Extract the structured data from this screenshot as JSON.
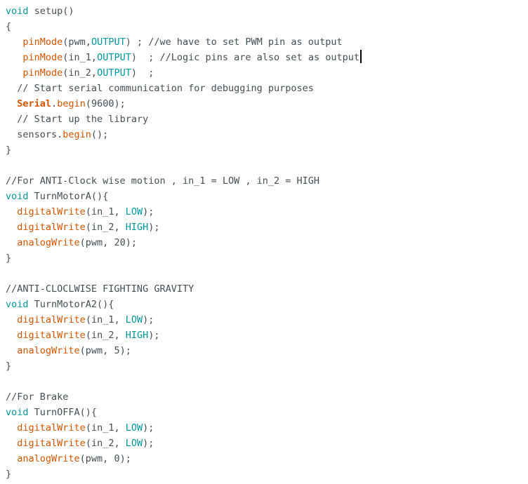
{
  "editor": {
    "colors": {
      "keyword": "#00979c",
      "function": "#d35400",
      "constant": "#00979c",
      "comment": "#434f54",
      "plain": "#434f54",
      "background": "#ffffff"
    },
    "caret_after_line": 3,
    "lines": [
      [
        {
          "t": "kw",
          "v": "void"
        },
        {
          "t": "plain",
          "v": " setup()"
        }
      ],
      [
        {
          "t": "plain",
          "v": "{"
        }
      ],
      [
        {
          "t": "plain",
          "v": "   "
        },
        {
          "t": "fn",
          "v": "pinMode"
        },
        {
          "t": "plain",
          "v": "(pwm,"
        },
        {
          "t": "const",
          "v": "OUTPUT"
        },
        {
          "t": "plain",
          "v": ") ; "
        },
        {
          "t": "cm",
          "v": "//we have to set PWM pin as output"
        }
      ],
      [
        {
          "t": "plain",
          "v": "   "
        },
        {
          "t": "fn",
          "v": "pinMode"
        },
        {
          "t": "plain",
          "v": "(in_1,"
        },
        {
          "t": "const",
          "v": "OUTPUT"
        },
        {
          "t": "plain",
          "v": ")  ; "
        },
        {
          "t": "cm",
          "v": "//Logic pins are also set as output"
        }
      ],
      [
        {
          "t": "plain",
          "v": "   "
        },
        {
          "t": "fn",
          "v": "pinMode"
        },
        {
          "t": "plain",
          "v": "(in_2,"
        },
        {
          "t": "const",
          "v": "OUTPUT"
        },
        {
          "t": "plain",
          "v": ")  ;"
        }
      ],
      [
        {
          "t": "plain",
          "v": "  "
        },
        {
          "t": "cm",
          "v": "// Start serial communication for debugging purposes"
        }
      ],
      [
        {
          "t": "plain",
          "v": "  "
        },
        {
          "t": "obj",
          "v": "Serial"
        },
        {
          "t": "plain",
          "v": "."
        },
        {
          "t": "meth",
          "v": "begin"
        },
        {
          "t": "plain",
          "v": "(9600);"
        }
      ],
      [
        {
          "t": "plain",
          "v": "  "
        },
        {
          "t": "cm",
          "v": "// Start up the library"
        }
      ],
      [
        {
          "t": "plain",
          "v": "  sensors."
        },
        {
          "t": "meth",
          "v": "begin"
        },
        {
          "t": "plain",
          "v": "();"
        }
      ],
      [
        {
          "t": "plain",
          "v": "}"
        }
      ],
      [
        {
          "t": "plain",
          "v": ""
        }
      ],
      [
        {
          "t": "cm",
          "v": "//For ANTI-Clock wise motion , in_1 = LOW , in_2 = HIGH"
        }
      ],
      [
        {
          "t": "kw",
          "v": "void"
        },
        {
          "t": "plain",
          "v": " TurnMotorA(){"
        }
      ],
      [
        {
          "t": "plain",
          "v": "  "
        },
        {
          "t": "fn",
          "v": "digitalWrite"
        },
        {
          "t": "plain",
          "v": "(in_1, "
        },
        {
          "t": "const",
          "v": "LOW"
        },
        {
          "t": "plain",
          "v": ");"
        }
      ],
      [
        {
          "t": "plain",
          "v": "  "
        },
        {
          "t": "fn",
          "v": "digitalWrite"
        },
        {
          "t": "plain",
          "v": "(in_2, "
        },
        {
          "t": "const",
          "v": "HIGH"
        },
        {
          "t": "plain",
          "v": ");"
        }
      ],
      [
        {
          "t": "plain",
          "v": "  "
        },
        {
          "t": "fn",
          "v": "analogWrite"
        },
        {
          "t": "plain",
          "v": "(pwm, 20);"
        }
      ],
      [
        {
          "t": "plain",
          "v": "}"
        }
      ],
      [
        {
          "t": "plain",
          "v": ""
        }
      ],
      [
        {
          "t": "cm",
          "v": "//ANTI-CLOCLWISE FIGHTING GRAVITY"
        }
      ],
      [
        {
          "t": "kw",
          "v": "void"
        },
        {
          "t": "plain",
          "v": " TurnMotorA2(){"
        }
      ],
      [
        {
          "t": "plain",
          "v": "  "
        },
        {
          "t": "fn",
          "v": "digitalWrite"
        },
        {
          "t": "plain",
          "v": "(in_1, "
        },
        {
          "t": "const",
          "v": "LOW"
        },
        {
          "t": "plain",
          "v": ");"
        }
      ],
      [
        {
          "t": "plain",
          "v": "  "
        },
        {
          "t": "fn",
          "v": "digitalWrite"
        },
        {
          "t": "plain",
          "v": "(in_2, "
        },
        {
          "t": "const",
          "v": "HIGH"
        },
        {
          "t": "plain",
          "v": ");"
        }
      ],
      [
        {
          "t": "plain",
          "v": "  "
        },
        {
          "t": "fn",
          "v": "analogWrite"
        },
        {
          "t": "plain",
          "v": "(pwm, 5);"
        }
      ],
      [
        {
          "t": "plain",
          "v": "}"
        }
      ],
      [
        {
          "t": "plain",
          "v": ""
        }
      ],
      [
        {
          "t": "cm",
          "v": "//For Brake"
        }
      ],
      [
        {
          "t": "kw",
          "v": "void"
        },
        {
          "t": "plain",
          "v": " TurnOFFA(){"
        }
      ],
      [
        {
          "t": "plain",
          "v": "  "
        },
        {
          "t": "fn",
          "v": "digitalWrite"
        },
        {
          "t": "plain",
          "v": "(in_1, "
        },
        {
          "t": "const",
          "v": "LOW"
        },
        {
          "t": "plain",
          "v": ");"
        }
      ],
      [
        {
          "t": "plain",
          "v": "  "
        },
        {
          "t": "fn",
          "v": "digitalWrite"
        },
        {
          "t": "plain",
          "v": "(in_2, "
        },
        {
          "t": "const",
          "v": "LOW"
        },
        {
          "t": "plain",
          "v": ");"
        }
      ],
      [
        {
          "t": "plain",
          "v": "  "
        },
        {
          "t": "fn",
          "v": "analogWrite"
        },
        {
          "t": "plain",
          "v": "(pwm, 0);"
        }
      ],
      [
        {
          "t": "plain",
          "v": "}"
        }
      ]
    ]
  }
}
